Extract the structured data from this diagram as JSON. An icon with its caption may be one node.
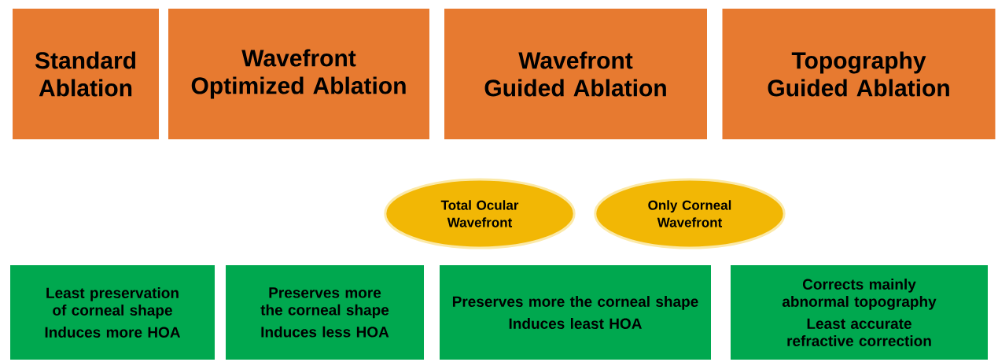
{
  "diagram": {
    "nodes": [
      {
        "text": [
          "Standard Ablation"
        ]
      },
      {
        "text": [
          "Wavefront Optimized Ablation"
        ]
      },
      {
        "text": [
          "Wavefront Guided Ablation"
        ]
      },
      {
        "text": [
          "Topography Guided Ablation"
        ]
      },
      {
        "text": [
          "Total Ocular Wavefront"
        ]
      },
      {
        "text": [
          "Only  Corneal Wavefront"
        ]
      },
      {
        "text": [
          "Least preservation of corneal shape",
          "Induces more HOA"
        ]
      },
      {
        "text": [
          "Preserves  more the corneal shape",
          "Induces less HOA"
        ]
      },
      {
        "text": [
          "Preserves  more the  corneal shape",
          "Induces least HOA"
        ]
      },
      {
        "text": [
          "Corrects  mainly abnormal topography",
          "Least accurate refractive correction"
        ]
      }
    ]
  }
}
